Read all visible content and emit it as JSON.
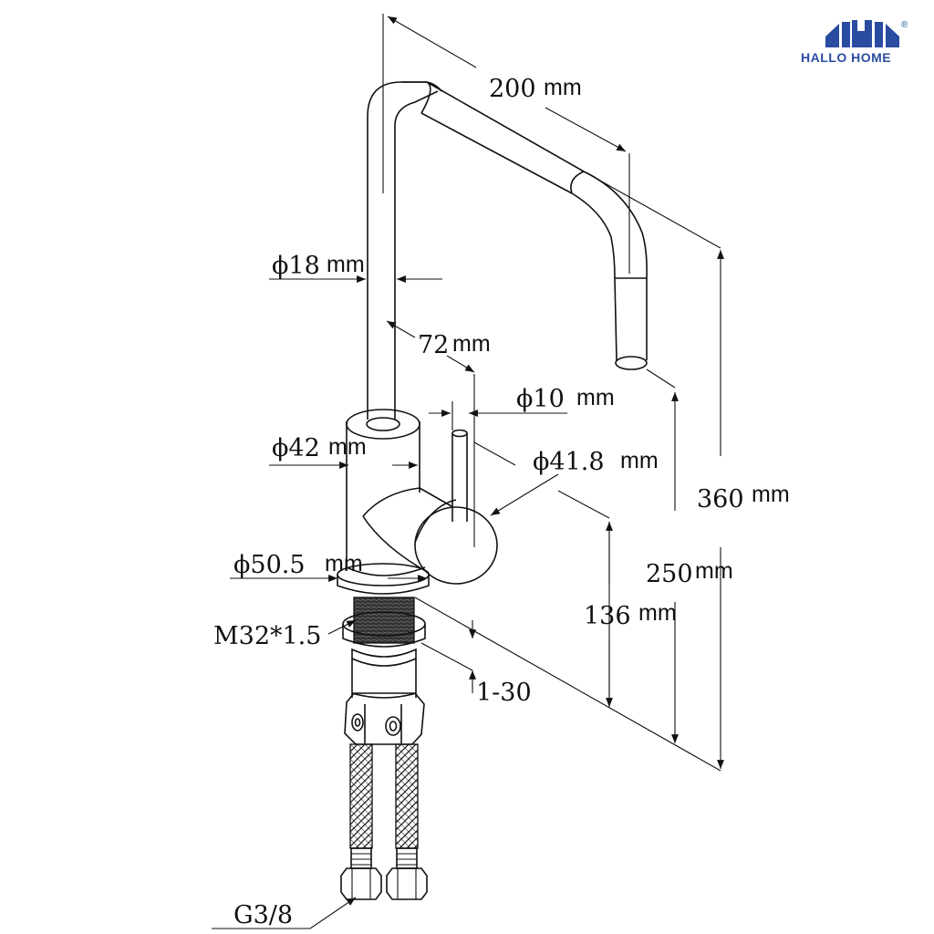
{
  "brand": {
    "name": "HALLO HOME",
    "registered_mark": "®",
    "logo_color": "#2a4ca0"
  },
  "dimensions": {
    "spout_reach": {
      "value": "200",
      "unit": "mm"
    },
    "spout_diameter": {
      "value": "ϕ18",
      "unit": "mm"
    },
    "spout_offset": {
      "value": "72",
      "unit": "mm"
    },
    "handle_diameter": {
      "value": "ϕ10",
      "unit": "mm"
    },
    "body_diameter": {
      "value": "ϕ42",
      "unit": "mm"
    },
    "lever_base_diameter": {
      "value": "ϕ41.8",
      "unit": "mm"
    },
    "base_diameter": {
      "value": "ϕ50.5",
      "unit": "mm"
    },
    "thread": {
      "value": "M32*1.5"
    },
    "total_height": {
      "value": "360",
      "unit": "mm"
    },
    "outlet_height": {
      "value": "250",
      "unit": "mm"
    },
    "body_height": {
      "value": "136",
      "unit": "mm"
    },
    "deck_thickness": {
      "value": "1-30"
    },
    "hose_connector": {
      "value": "G3/8"
    }
  }
}
